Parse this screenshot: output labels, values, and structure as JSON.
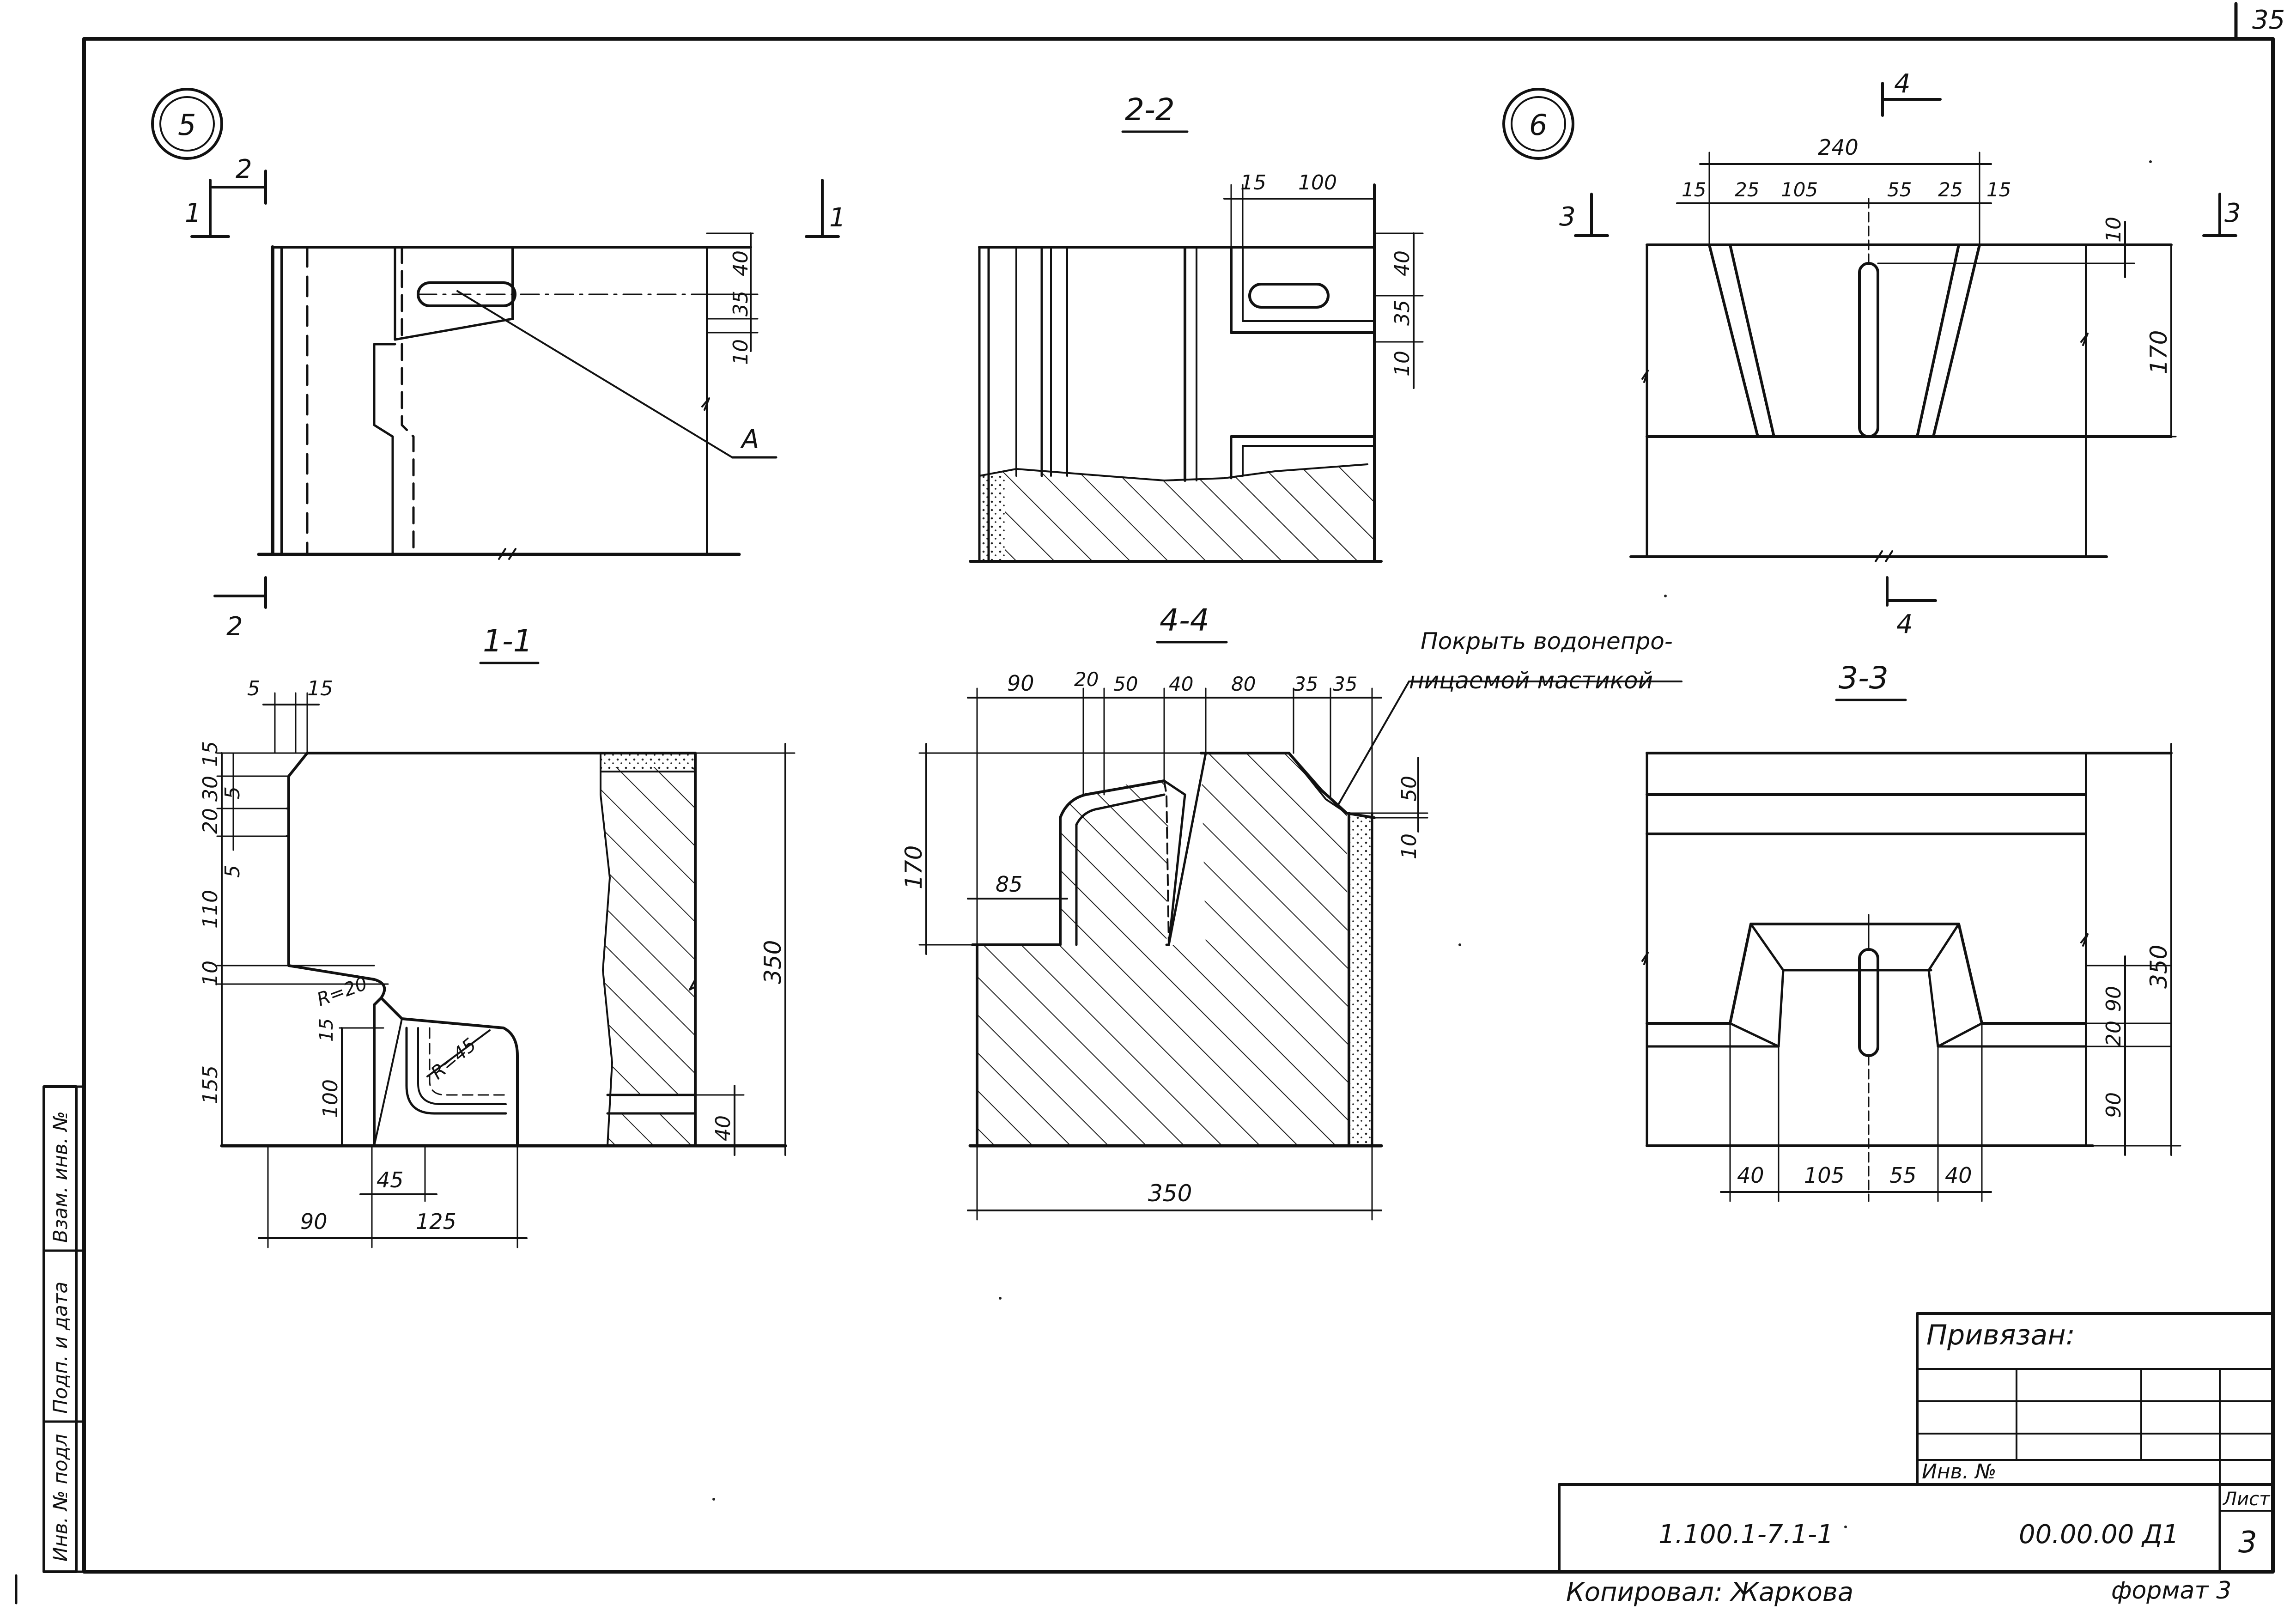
{
  "sheet": {
    "page_number": "35",
    "sheet_label": "Лист",
    "sheet_no": "3",
    "doc_code": "1.100.1-7.1-1",
    "drawing_no": "00.00.00 Д1",
    "bound_label": "Привязан:",
    "inv_label": "Инв. №",
    "copied_by": "Копировал: Жаркова",
    "format": "формат 3",
    "side_stamp": [
      "Инв. № подл",
      "Подп. и дата",
      "Взам. инв. №"
    ]
  },
  "nodes": {
    "node5": "5",
    "node6": "6",
    "callout_a": "A",
    "note": [
      "Покрыть водонепро-",
      "ницаемой мастикой"
    ]
  },
  "sections": {
    "s22": "2-2",
    "s11": "1-1",
    "s44": "4-4",
    "s33": "3-3",
    "m1": "1",
    "m2": "2",
    "m3": "3",
    "m4": "4"
  },
  "dims": {
    "v5": [
      "40",
      "35",
      "10"
    ],
    "v22_top": [
      "15",
      "100"
    ],
    "v22": [
      "40",
      "35",
      "10"
    ],
    "v6_top": [
      "240",
      "15",
      "25",
      "105",
      "55",
      "25",
      "15"
    ],
    "v6_right": [
      "10",
      "170"
    ],
    "s11_top": [
      "5",
      "15"
    ],
    "s11_left": [
      "15",
      "30",
      "5",
      "20",
      "5",
      "110",
      "10",
      "155"
    ],
    "s11_inner": [
      "R=20",
      "15",
      "100",
      "R=45"
    ],
    "s11_bottom": [
      "45",
      "90",
      "125"
    ],
    "s11_right": [
      "350",
      "40"
    ],
    "s44_top": [
      "90",
      "20",
      "50",
      "40",
      "80",
      "35",
      "35"
    ],
    "s44_left": [
      "170",
      "85"
    ],
    "s44_right": [
      "50",
      "10"
    ],
    "s44_bottom": "350",
    "s33_right": [
      "350",
      "90",
      "20",
      "90"
    ],
    "s33_bottom": [
      "40",
      "105",
      "55",
      "40"
    ]
  }
}
